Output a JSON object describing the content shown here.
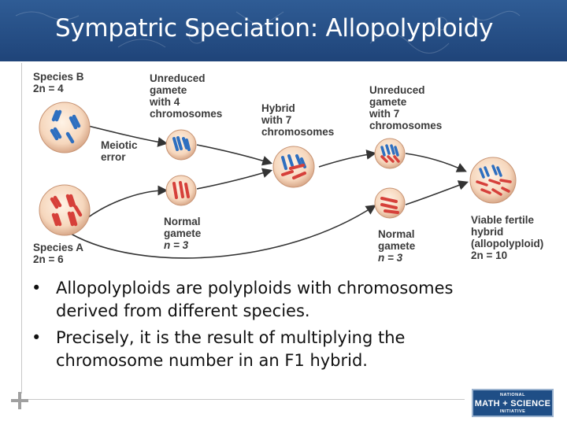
{
  "slide": {
    "title": "Sympatric Speciation: Allopolyploidy"
  },
  "diagram": {
    "species_b": [
      "Species B",
      "2n = 4"
    ],
    "species_a": [
      "Species A",
      "2n = 6"
    ],
    "meiotic_error": [
      "Meiotic",
      "error"
    ],
    "unreduced_gamete_4": [
      "Unreduced",
      "gamete",
      "with 4",
      "chromosomes"
    ],
    "normal_gamete_3_left": [
      "Normal",
      "gamete",
      "n = 3"
    ],
    "hybrid_7": [
      "Hybrid",
      "with 7",
      "chromosomes"
    ],
    "unreduced_gamete_7": [
      "Unreduced",
      "gamete",
      "with 7",
      "chromosomes"
    ],
    "normal_gamete_3_right": [
      "Normal",
      "gamete",
      "n = 3"
    ],
    "viable_hybrid": [
      "Viable fertile",
      "hybrid",
      "(allopolyploid)",
      "2n = 10"
    ]
  },
  "bullets": [
    "Allopolyploids are polyploids with chromosomes derived from different species.",
    "Precisely, it is the result of multiplying the chromosome number in an F1 hybrid."
  ],
  "bullet_symbol": "•",
  "logo": {
    "line1": "NATIONAL",
    "line2": "MATH + SCIENCE",
    "line3": "INITIATIVE"
  },
  "colors": {
    "header": "#2a5590",
    "chromosome_blue": "#2e6fc0",
    "chromosome_red": "#d6403a",
    "cell_fill": "#f7dcc4"
  }
}
